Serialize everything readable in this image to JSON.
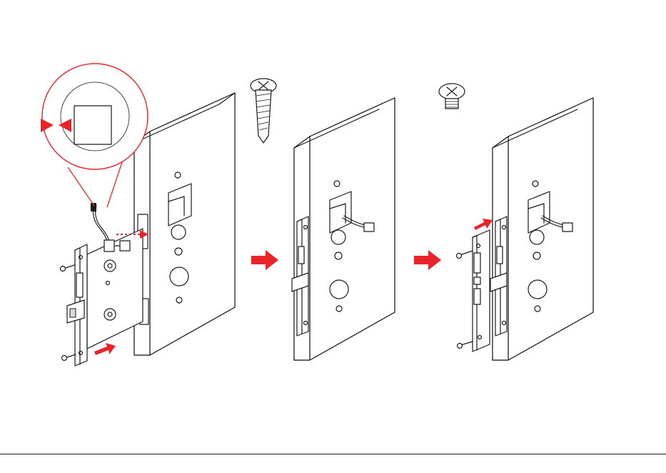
{
  "diagram": {
    "steps": [
      {
        "id": "step-1"
      },
      {
        "id": "step-2"
      },
      {
        "id": "step-3"
      }
    ],
    "colors": {
      "accent": "#e8242a",
      "line": "#1a1a1a",
      "background": "#ffffff"
    },
    "icons": {
      "wood_screw": "wood-screw-icon",
      "machine_screw": "machine-screw-icon",
      "flow_arrow": "red-arrow-icon"
    }
  }
}
